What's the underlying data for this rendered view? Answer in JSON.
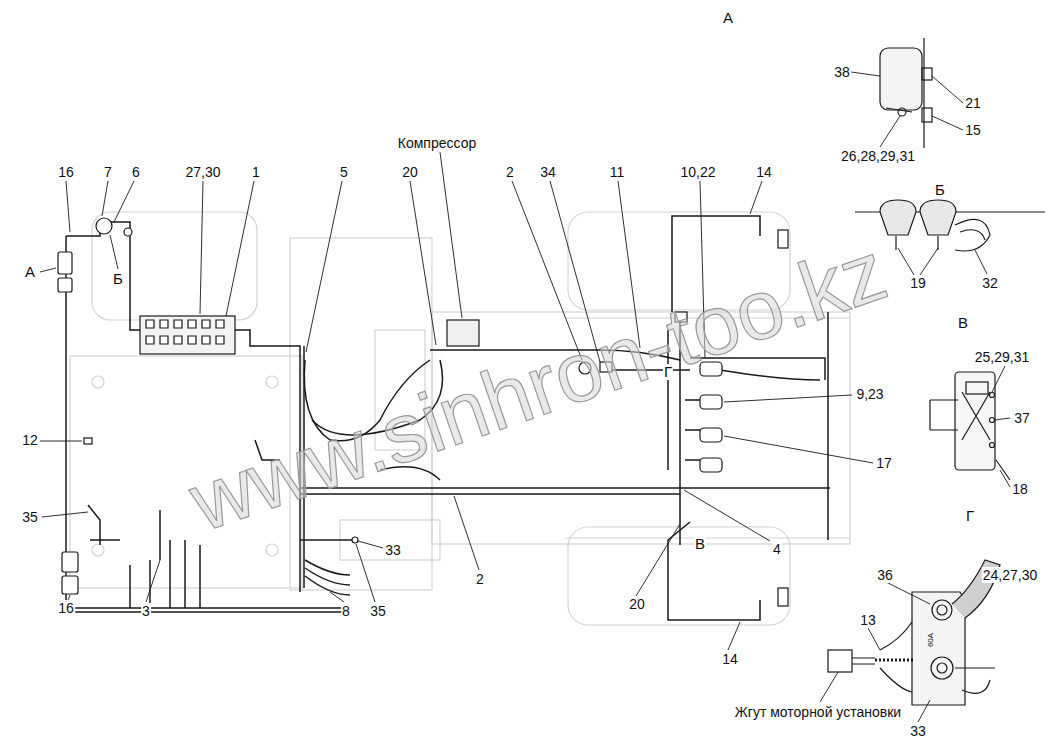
{
  "diagram": {
    "labels": [
      "А",
      "38",
      "21",
      "15",
      "26,28,29,31",
      "Компрессор",
      "16",
      "7",
      "6",
      "27,30",
      "1",
      "5",
      "20",
      "2",
      "34",
      "11",
      "10,22",
      "14",
      "А",
      "Б",
      "Б",
      "19",
      "32",
      "В",
      "25,29,31",
      "37",
      "18",
      "9,23",
      "Г",
      "12",
      "17",
      "35",
      "4",
      "В",
      "33",
      "Г",
      "36",
      "24,27,30",
      "13",
      "2",
      "20",
      "14",
      "16",
      "3",
      "8",
      "35",
      "Жгут моторной установки",
      "33",
      "www.sinhron-too.kz",
      "60А"
    ]
  }
}
